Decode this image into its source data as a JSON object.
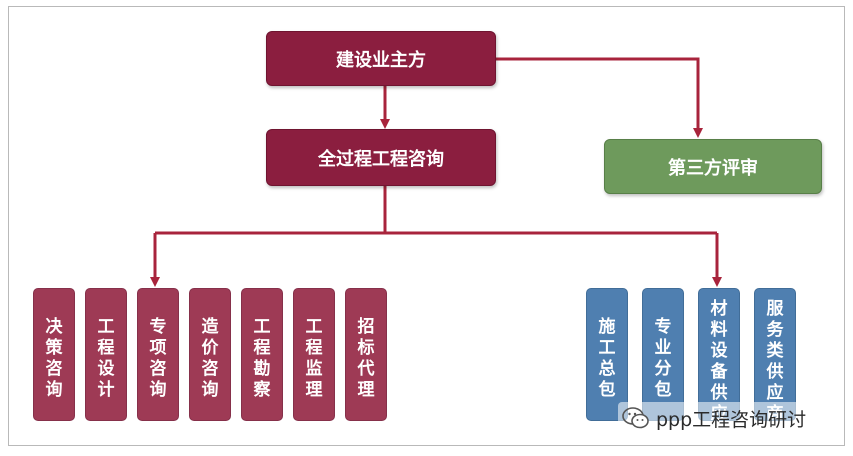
{
  "diagram": {
    "top": {
      "owner": "建设业主方",
      "consulting": "全过程工程咨询",
      "review": "第三方评审"
    },
    "left_items": [
      "决策咨询",
      "工程设计",
      "专项咨询",
      "造价咨询",
      "工程勘察",
      "工程监理",
      "招标代理"
    ],
    "right_items": [
      "施工总包",
      "专业分包",
      "材料设备供应",
      "服务类供应商"
    ],
    "colors": {
      "primary": "#8b1e3f",
      "column_red": "#9e3a55",
      "column_blue": "#4f7fb0",
      "review_green": "#6e9a5c",
      "line": "#a8243c"
    }
  },
  "watermark": {
    "text": "ppp工程咨询研讨",
    "icon": "wechat-icon"
  }
}
